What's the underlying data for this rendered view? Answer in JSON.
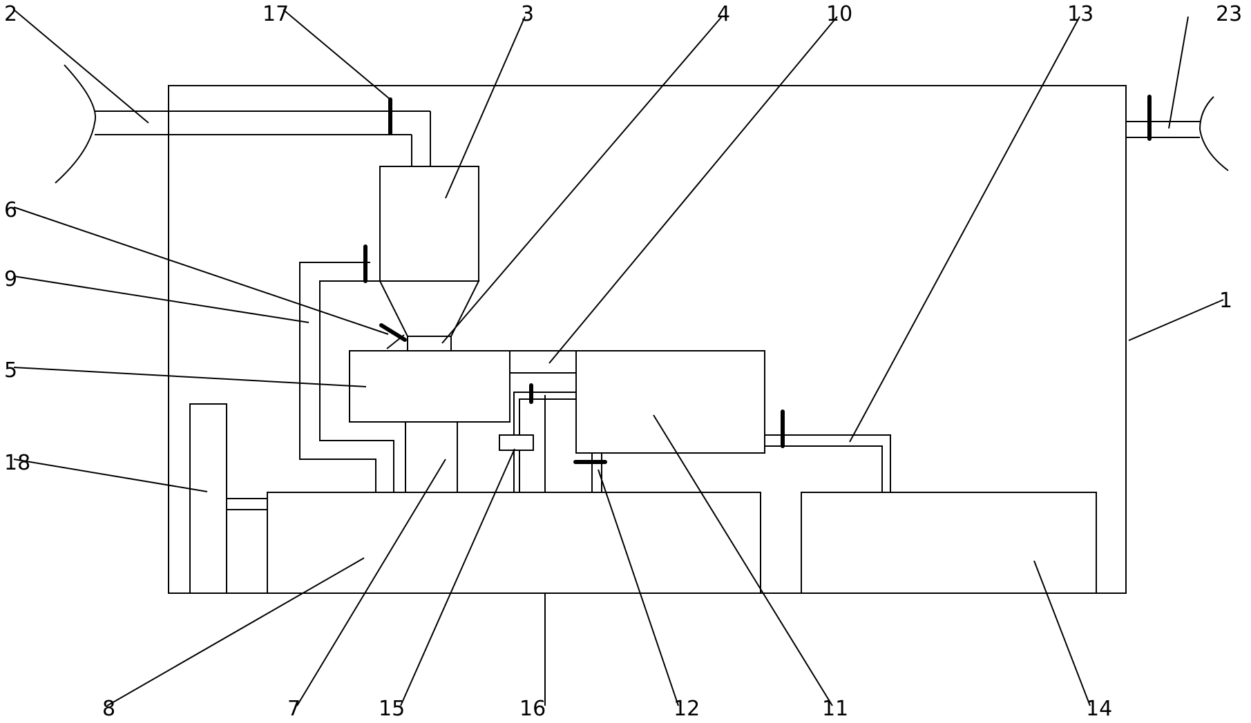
{
  "callouts": [
    {
      "id": "c1",
      "label": "1"
    },
    {
      "id": "c2",
      "label": "2"
    },
    {
      "id": "c3",
      "label": "3"
    },
    {
      "id": "c4",
      "label": "4"
    },
    {
      "id": "c5",
      "label": "5"
    },
    {
      "id": "c6",
      "label": "6"
    },
    {
      "id": "c7",
      "label": "7"
    },
    {
      "id": "c8",
      "label": "8"
    },
    {
      "id": "c9",
      "label": "9"
    },
    {
      "id": "c10",
      "label": "10"
    },
    {
      "id": "c11",
      "label": "11"
    },
    {
      "id": "c12",
      "label": "12"
    },
    {
      "id": "c13",
      "label": "13"
    },
    {
      "id": "c14",
      "label": "14"
    },
    {
      "id": "c15",
      "label": "15"
    },
    {
      "id": "c16",
      "label": "16"
    },
    {
      "id": "c17",
      "label": "17"
    },
    {
      "id": "c18",
      "label": "18"
    },
    {
      "id": "c23",
      "label": "23"
    }
  ],
  "colors": {
    "line": "#000000",
    "background": "#ffffff"
  }
}
